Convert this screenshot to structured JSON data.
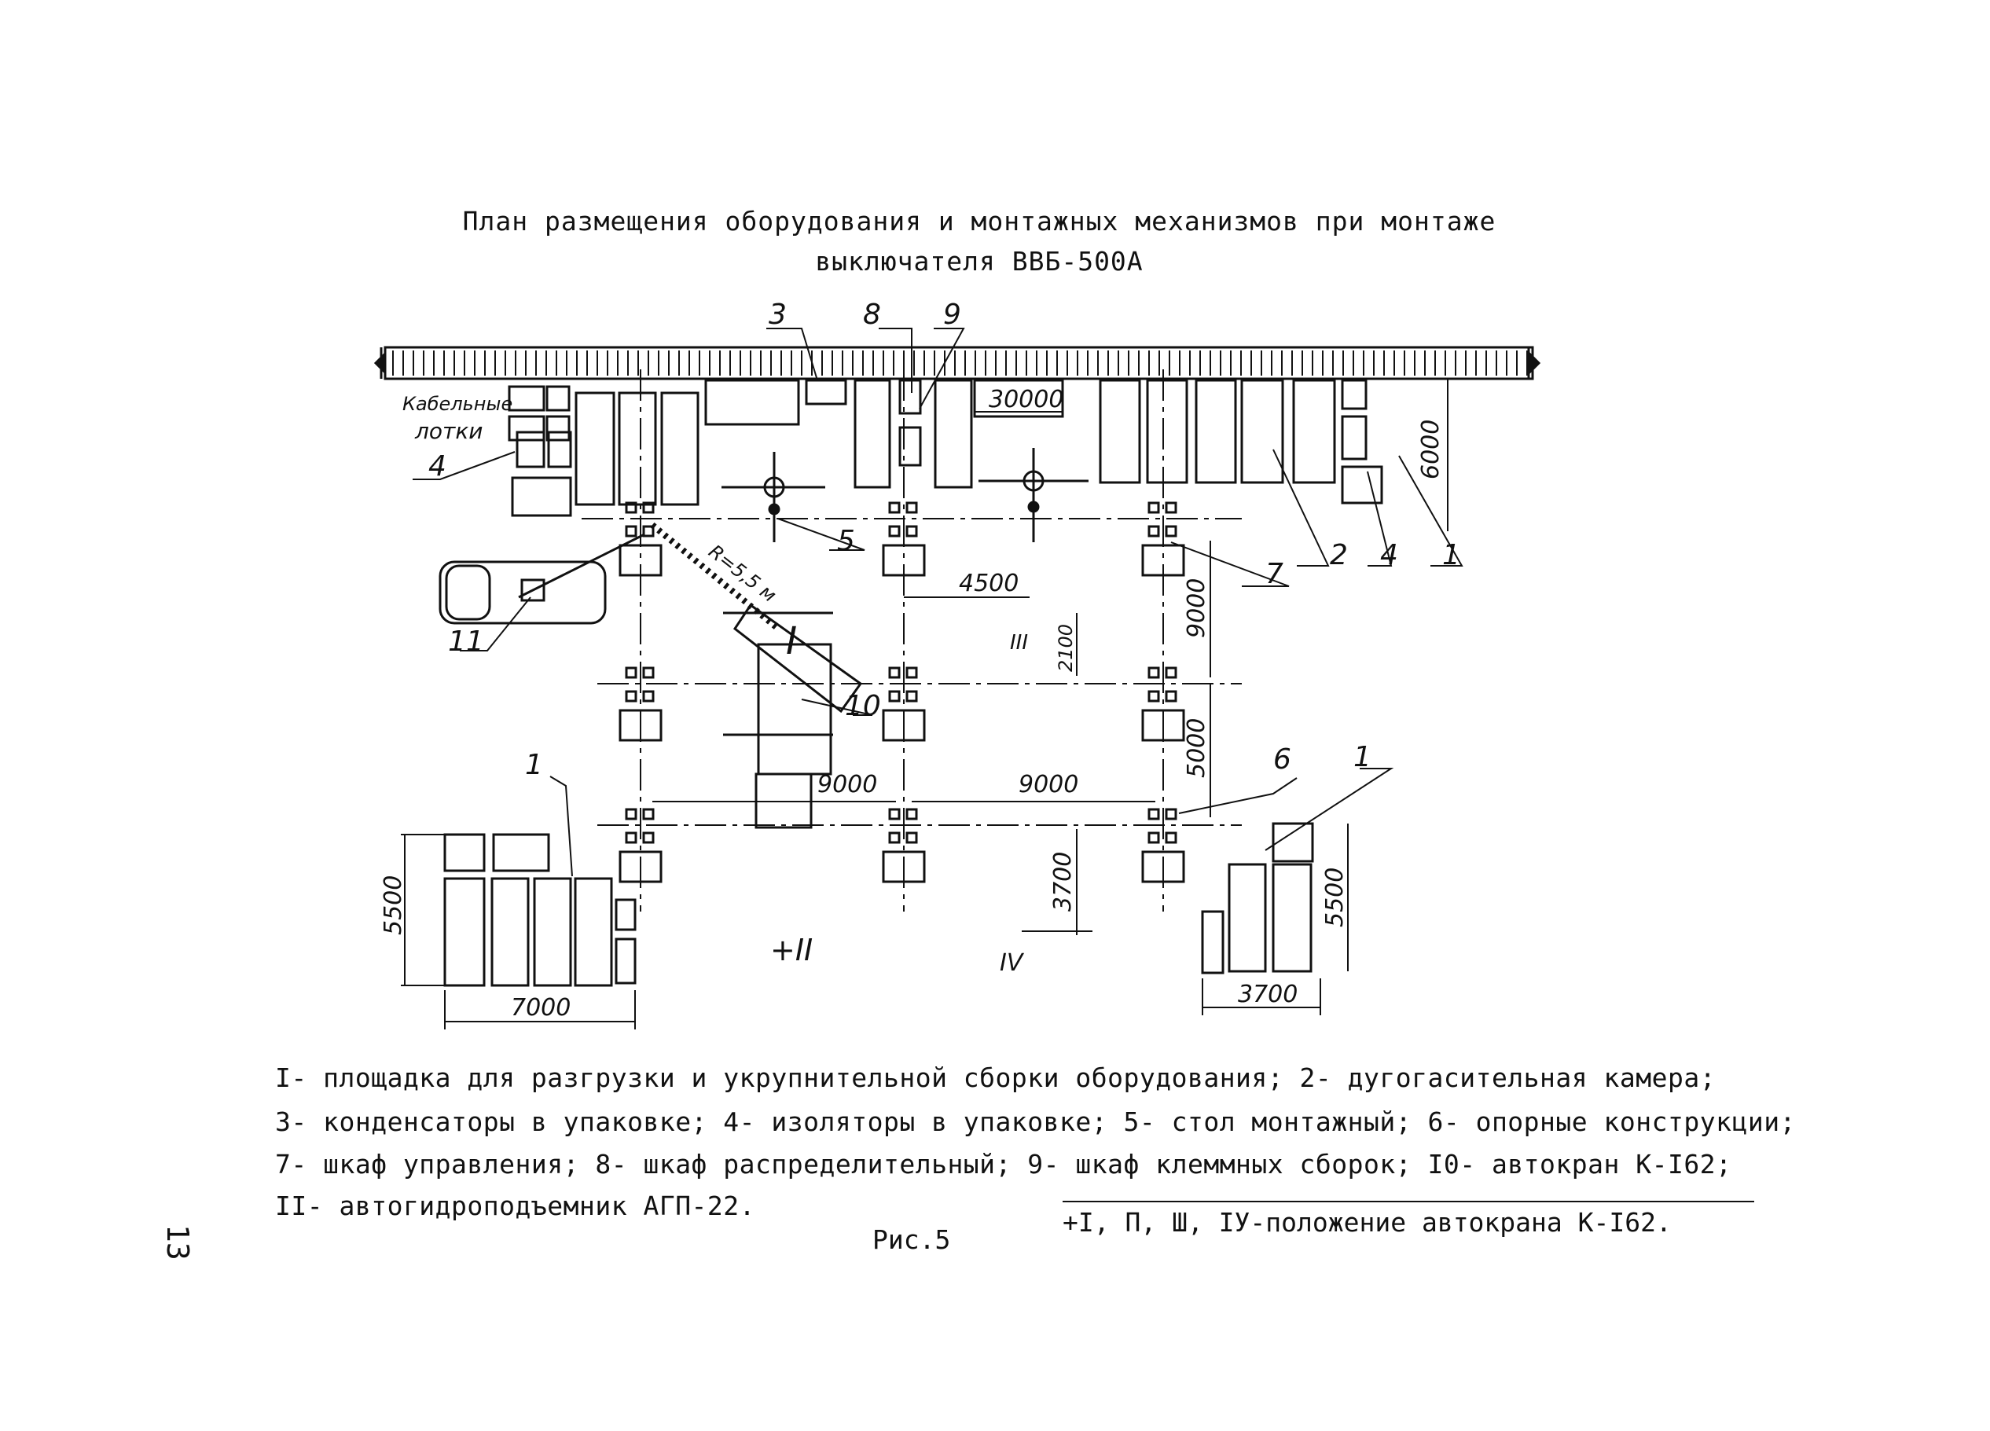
{
  "title": {
    "line1": "План размещения оборудования и монтажных механизмов при монтаже",
    "line2": "выключателя ВВБ-500А"
  },
  "callouts": {
    "n1": "1",
    "n2": "2",
    "n3": "3",
    "n4": "4",
    "n5": "5",
    "n6": "6",
    "n7": "7",
    "n8": "8",
    "n9": "9",
    "n10": "10",
    "n11": "11"
  },
  "labels": {
    "cable_trays_1": "Кабельные",
    "cable_trays_2": "лотки",
    "radius": "R=5,5 м",
    "crane_pos_I": "I",
    "crane_pos_II": "+II",
    "crane_pos_III": "III",
    "crane_pos_IV": "IV"
  },
  "dimensions": {
    "d30000": "30000",
    "d6000": "6000",
    "d4500": "4500",
    "d9000_v": "9000",
    "d2100": "2100",
    "d5000": "5000",
    "d9000_a": "9000",
    "d9000_b": "9000",
    "d3700_v": "3700",
    "d5500_l": "5500",
    "d7000": "7000",
    "d5500_r": "5500",
    "d3700_h": "3700"
  },
  "legend": {
    "line1": "I- площадка для разгрузки и укрупнительной сборки оборудования; 2- дугогасительная камера;",
    "line2": "3- конденсаторы в упаковке; 4- изоляторы в упаковке; 5- стол монтажный; 6- опорные конструкции;",
    "line3": "7- шкаф управления; 8- шкаф распределительный; 9- шкаф клеммных сборок; I0- автокран К-I62;",
    "line4": "II- автогидроподъемник АГП-22."
  },
  "note": "+I, П, Ш, IУ-положение автокрана К-I62.",
  "figure_caption": "Рис.5",
  "page_number": "13"
}
